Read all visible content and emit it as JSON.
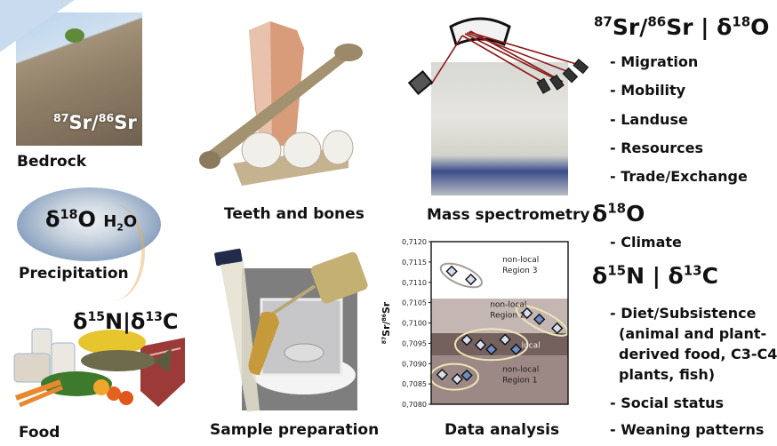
{
  "panels": {
    "bedrock": {
      "caption": "Bedrock",
      "overlay_sup1": "87",
      "overlay_base1": "Sr/",
      "overlay_sup2": "86",
      "overlay_base2": "Sr"
    },
    "precipitation": {
      "caption": "Precipitation",
      "overlay_delta": "δ",
      "overlay_sup": "18",
      "overlay_o": "O",
      "overlay_h": "H",
      "overlay_sub": "2",
      "overlay_o2": "O"
    },
    "food": {
      "caption": "Food",
      "overlay_d1": "δ",
      "overlay_sup1": "15",
      "overlay_n": "N",
      "overlay_sep": "|",
      "overlay_d2": "δ",
      "overlay_sup2": "13",
      "overlay_c": "C"
    },
    "teeth": {
      "caption": "Teeth and bones"
    },
    "sample_prep": {
      "caption": "Sample preparation"
    },
    "mass_spec": {
      "caption": "Mass spectrometry"
    },
    "data_analysis": {
      "caption": "Data analysis"
    }
  },
  "right_column": {
    "sr_o_heading": {
      "sup1": "87",
      "t1": "Sr/",
      "sup2": "86",
      "t2": "Sr | δ",
      "sup3": "18",
      "t3": "O"
    },
    "sr_o_items": [
      "- Migration",
      "- Mobility",
      "- Landuse",
      "- Resources",
      "- Trade/Exchange"
    ],
    "o_heading": {
      "t1": "δ",
      "sup1": "18",
      "t2": "O"
    },
    "o_items": [
      "- Climate"
    ],
    "n_c_heading": {
      "t1": "δ",
      "sup1": "15",
      "t2": "N | δ",
      "sup2": "13",
      "t3": "C"
    },
    "n_c_items": [
      "- Diet/Subsistence",
      "(animal and plant-",
      "derived food, C3-C4",
      "plants, fish)",
      "- Social status",
      "- Weaning patterns"
    ]
  },
  "chart_data": {
    "type": "scatter",
    "title": "",
    "xlabel": "",
    "ylabel": "87Sr/86Sr",
    "ylabel_parts": {
      "sup1": "87",
      "t1": "Sr/",
      "sup2": "86",
      "t2": "Sr"
    },
    "ylim": [
      0.708,
      0.712
    ],
    "yticks": [
      "0,7080",
      "0,7085",
      "0,7090",
      "0,7095",
      "0,7100",
      "0,7105",
      "0,7110",
      "0,7115",
      "0,7120"
    ],
    "ytick_values": [
      0.708,
      0.7085,
      0.709,
      0.7095,
      0.71,
      0.7105,
      0.711,
      0.7115,
      0.712
    ],
    "xlim": [
      0,
      10
    ],
    "bands": [
      {
        "name": "non-local Region 1",
        "from": 0.708,
        "to": 0.7092,
        "color": "#9c8885"
      },
      {
        "name": "local",
        "from": 0.7092,
        "to": 0.70975,
        "color": "#74615d"
      },
      {
        "name": "non-local Region 2",
        "from": 0.70975,
        "to": 0.7106,
        "color": "#c3b6b3"
      },
      {
        "name": "non-local Region 3",
        "from": 0.7106,
        "to": 0.712,
        "color": "#ffffff"
      }
    ],
    "groups": [
      {
        "label_line1": "non-local",
        "label_line2": "Region 3",
        "label_x": 5.2,
        "label_y": 0.71145,
        "ellipse_color": "#a39e9a",
        "points": [
          {
            "x": 1.5,
            "y": 0.71127,
            "fill": "#d6def0"
          },
          {
            "x": 2.9,
            "y": 0.71107,
            "fill": "#d6def0"
          }
        ]
      },
      {
        "label_line1": "non-local",
        "label_line2": "Region 2",
        "label_x": 4.3,
        "label_y": 0.71035,
        "ellipse_color": "#efe6b8",
        "points": [
          {
            "x": 7.0,
            "y": 0.71024,
            "fill": "#d6def0"
          },
          {
            "x": 7.9,
            "y": 0.71009,
            "fill": "#6e8dc4"
          },
          {
            "x": 9.2,
            "y": 0.70987,
            "fill": "#d6def0"
          }
        ]
      },
      {
        "label_line1": "local",
        "label_line2": "",
        "label_x": 6.6,
        "label_y": 0.70945,
        "ellipse_color": "#efe6b8",
        "points": [
          {
            "x": 2.6,
            "y": 0.70958,
            "fill": "#d6def0"
          },
          {
            "x": 3.6,
            "y": 0.70946,
            "fill": "#d6def0"
          },
          {
            "x": 4.4,
            "y": 0.70935,
            "fill": "#6e8dc4"
          },
          {
            "x": 5.4,
            "y": 0.70959,
            "fill": "#d6def0"
          },
          {
            "x": 6.2,
            "y": 0.70935,
            "fill": "#6e8dc4"
          }
        ]
      },
      {
        "label_line1": "non-local",
        "label_line2": "Region 1",
        "label_x": 5.2,
        "label_y": 0.70875,
        "ellipse_color": "#efe6b8",
        "points": [
          {
            "x": 0.8,
            "y": 0.70873,
            "fill": "#d6def0"
          },
          {
            "x": 1.9,
            "y": 0.70862,
            "fill": "#d6def0"
          },
          {
            "x": 2.6,
            "y": 0.70871,
            "fill": "#6e8dc4"
          }
        ]
      }
    ],
    "grid": false,
    "legend": "none"
  }
}
